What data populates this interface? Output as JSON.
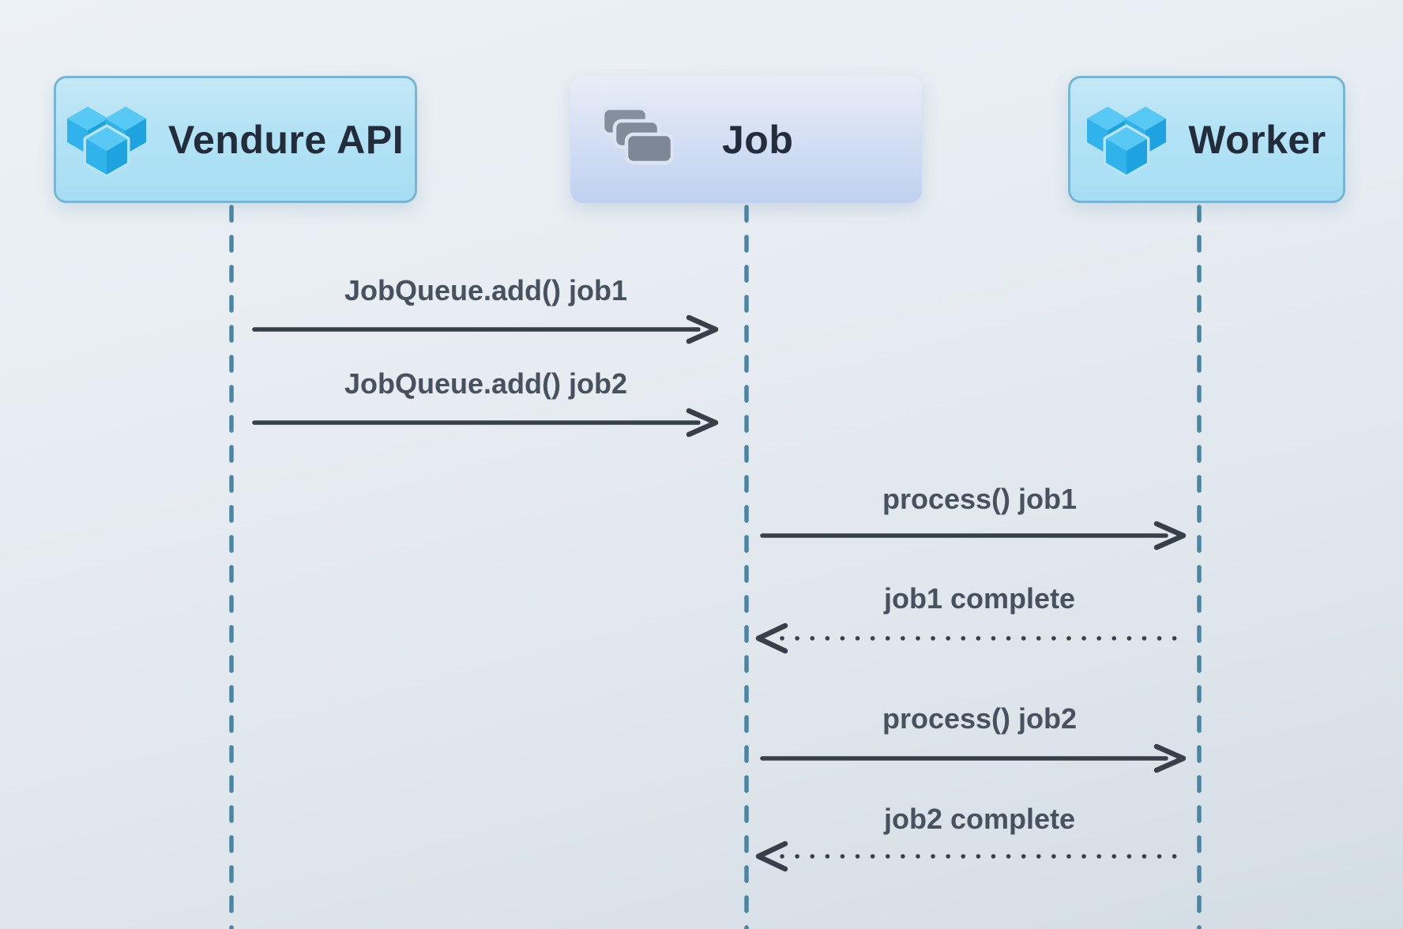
{
  "diagram": {
    "type": "sequence",
    "actors": [
      {
        "label": "Vendure API",
        "icon": "vendure-cubes-icon"
      },
      {
        "label": "Job",
        "icon": "stacked-cards-icon"
      },
      {
        "label": "Worker",
        "icon": "vendure-cubes-icon"
      }
    ],
    "messages": [
      {
        "from": "Vendure API",
        "to": "Job",
        "label": "JobQueue.add() job1",
        "line": "solid"
      },
      {
        "from": "Vendure API",
        "to": "Job",
        "label": "JobQueue.add() job2",
        "line": "solid"
      },
      {
        "from": "Job",
        "to": "Worker",
        "label": "process() job1",
        "line": "solid"
      },
      {
        "from": "Worker",
        "to": "Job",
        "label": "job1 complete",
        "line": "dotted"
      },
      {
        "from": "Job",
        "to": "Worker",
        "label": "process() job2",
        "line": "solid"
      },
      {
        "from": "Worker",
        "to": "Job",
        "label": "job2 complete",
        "line": "dotted"
      }
    ],
    "colors": {
      "background_top": "#ecf1f5",
      "background_bottom": "#d2dde3",
      "actor_box_fill_top": "#c3e8f7",
      "actor_box_fill_bottom": "#a7def3",
      "actor_box_border": "#76b5d4",
      "job_box_fill_top": "#e9edf6",
      "job_box_fill_bottom": "#bfd1f0",
      "actor_text": "#232c3a",
      "message_text": "#48525f",
      "message_line": "#373f49",
      "lifeline": "#4a86a3",
      "vendure_cube_top": "#58c9f4",
      "vendure_cube_left": "#30b3eb",
      "vendure_cube_right": "#1fa3e0",
      "card_gray": "#808997"
    }
  }
}
